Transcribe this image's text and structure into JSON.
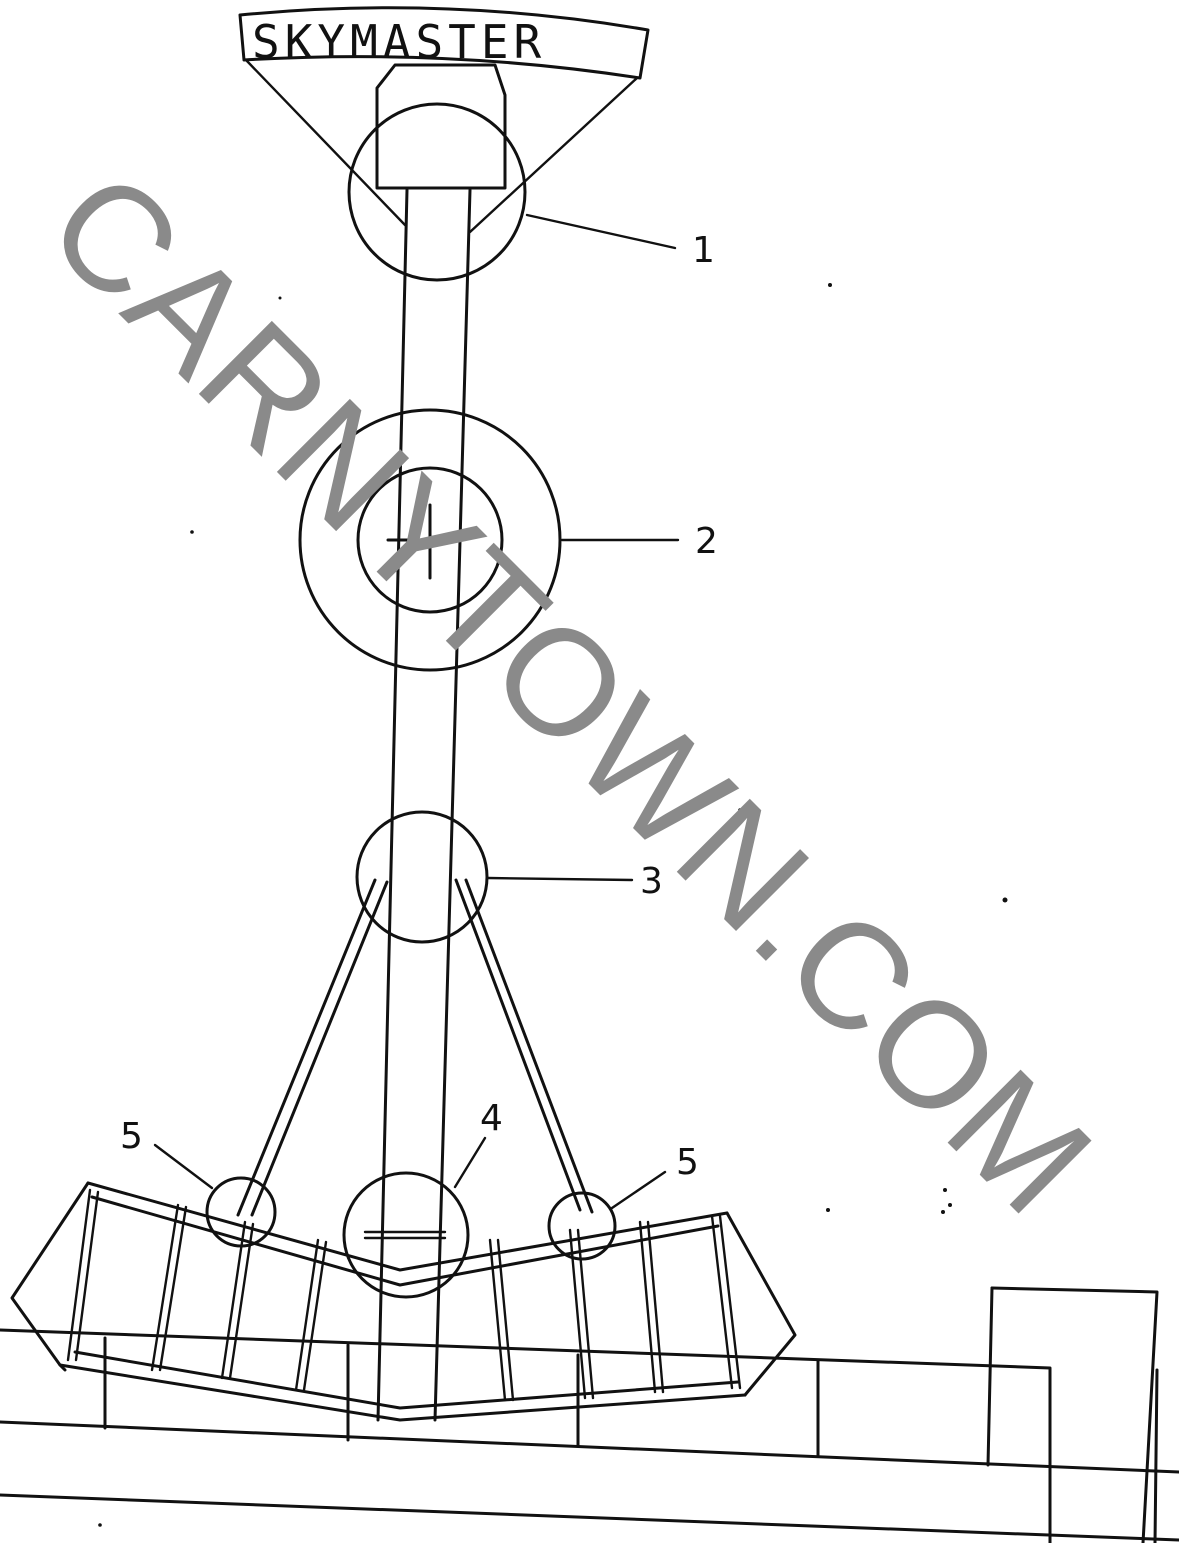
{
  "title": "SKYMASTER",
  "watermark": "CARNYTOWN.COM",
  "callouts": [
    {
      "id": "1",
      "label": "1"
    },
    {
      "id": "2",
      "label": "2"
    },
    {
      "id": "3",
      "label": "3"
    },
    {
      "id": "4",
      "label": "4"
    },
    {
      "id": "5a",
      "label": "5"
    },
    {
      "id": "5b",
      "label": "5"
    }
  ],
  "colors": {
    "ink": "#111111",
    "watermark": "#8a8a8a",
    "paper": "#ffffff"
  }
}
